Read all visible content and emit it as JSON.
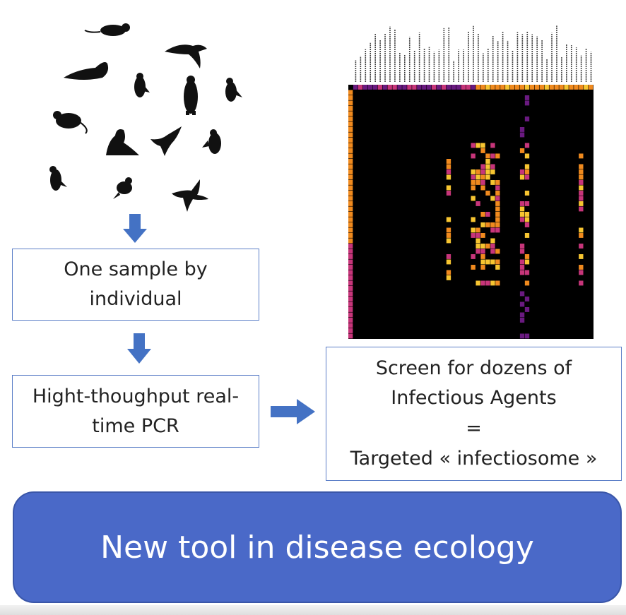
{
  "flow": {
    "box1": {
      "line1": "One sample by",
      "line2": "individual"
    },
    "box2": {
      "line1": "Hight-thoughput real-",
      "line2": "time PCR"
    },
    "box3": {
      "line1": "Screen for dozens of",
      "line2": "Infectious Agents",
      "line3": "=",
      "line4": "Targeted « infectiosome »"
    },
    "banner": "New tool in disease ecology"
  },
  "animals": [
    "rodent-icon",
    "seal-icon",
    "gull-icon",
    "penguin-icon",
    "emperor-penguin-icon",
    "penguin-icon",
    "mouse-icon",
    "sea-lion-icon",
    "flying-bird-icon",
    "penguin-icon",
    "penguin-icon",
    "bird-icon",
    "flying-bird-icon"
  ],
  "colors": {
    "arrow": "#4472c4",
    "box_border": "#5b7ec7",
    "banner": "#4a69c8",
    "heat_bg": "#000000",
    "heat_high": "#f7c531",
    "heat_mid": "#f08a1e",
    "heat_low": "#c7357a",
    "heat_dim": "#6a1a80"
  }
}
